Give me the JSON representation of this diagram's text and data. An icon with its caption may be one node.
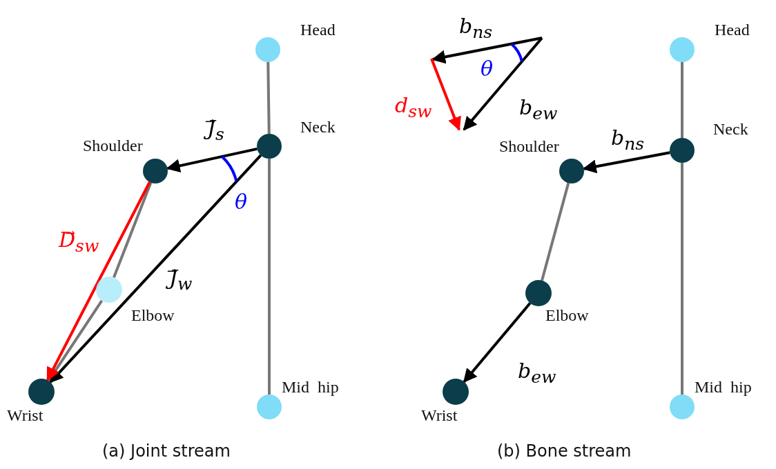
{
  "diagram": {
    "nodes": [
      {
        "text": [],
        "shape": "circle",
        "beside": [
          "Head"
        ]
      },
      {
        "text": [],
        "shape": "circle",
        "beside": [
          "Neck"
        ]
      },
      {
        "text": [],
        "shape": "circle",
        "beside": [
          "Shoulder"
        ]
      },
      {
        "text": [],
        "shape": "circle",
        "beside": [
          "Elbow"
        ]
      },
      {
        "text": [],
        "shape": "circle",
        "beside": [
          "Wrist"
        ]
      },
      {
        "text": [],
        "shape": "circle",
        "beside": [
          "Mid  hip"
        ]
      },
      {
        "text": [],
        "shape": "circle",
        "beside": [
          "Head"
        ]
      },
      {
        "text": [],
        "shape": "circle",
        "beside": [
          "Neck"
        ]
      },
      {
        "text": [],
        "shape": "circle",
        "beside": [
          "Shoulder"
        ]
      },
      {
        "text": [],
        "shape": "circle",
        "beside": [
          "Elbow"
        ]
      },
      {
        "text": [],
        "shape": "circle",
        "beside": [
          "Wrist"
        ]
      },
      {
        "text": [],
        "shape": "circle",
        "beside": [
          "Mid  hip"
        ]
      }
    ],
    "edges": [
      {
        "from": 0,
        "to": 1,
        "arrow": "none"
      },
      {
        "from": 1,
        "to": 5,
        "arrow": "none"
      },
      {
        "from": 2,
        "to": 3,
        "arrow": "none"
      },
      {
        "from": 3,
        "to": 4,
        "arrow": "none"
      },
      {
        "from": 1,
        "to": 2,
        "arrow": "to",
        "label": "J⃗$_{s}$",
        "color": "#000000"
      },
      {
        "from": 1,
        "to": 4,
        "arrow": "to",
        "label": "J⃗$_{w}$",
        "color": "#000000"
      },
      {
        "from": 2,
        "to": 4,
        "arrow": "to",
        "label": "D⃗$_{sw}$",
        "color": "#ff0000"
      },
      {
        "from": 6,
        "to": 7,
        "arrow": "none"
      },
      {
        "from": 7,
        "to": 11,
        "arrow": "none"
      },
      {
        "from": 7,
        "to": 8,
        "arrow": "to",
        "label": "b$_{ns}$",
        "color": "#000000"
      },
      {
        "from": 8,
        "to": 9,
        "arrow": "none"
      },
      {
        "from": 9,
        "to": 10,
        "arrow": "to",
        "label": "b$_{ew}$",
        "color": "#000000"
      }
    ],
    "labels": [
      "b$_{ns}$",
      "θ",
      "d$_{sw}$",
      "b$_{ew}$",
      "θ",
      "(a) Joint stream",
      "(b) Bone stream"
    ]
  }
}
